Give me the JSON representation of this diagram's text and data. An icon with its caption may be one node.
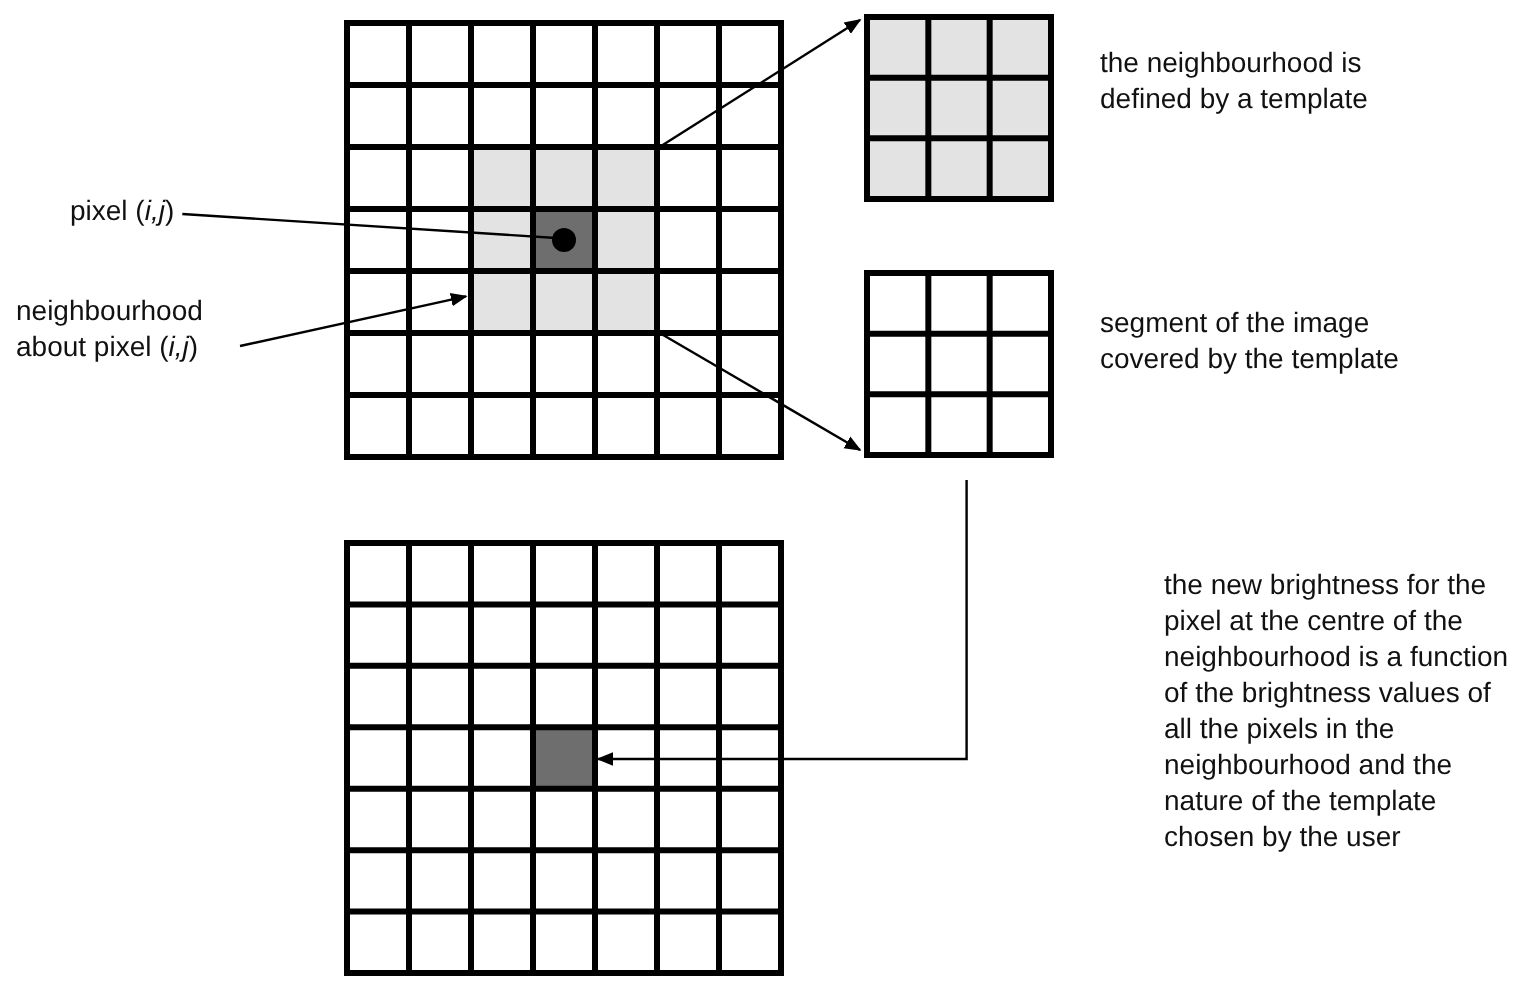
{
  "diagram": {
    "nodes": [
      {
        "text": [
          "pixel (*i,j*)"
        ]
      },
      {
        "text": [
          "neighbourhood about pixel (*i,j*)"
        ]
      },
      {
        "text": [],
        "shape": "grid"
      },
      {
        "text": [],
        "shape": "box",
        "in": 4
      },
      {
        "text": [],
        "shape": "box",
        "in": 2
      },
      {
        "text": [],
        "shape": "grid",
        "beside": [
          "the neighbourhood is defined by a template"
        ]
      },
      {
        "text": [],
        "shape": "grid",
        "beside": [
          "segment of the image covered by the template"
        ]
      },
      {
        "text": [],
        "shape": "grid"
      },
      {
        "text": [],
        "shape": "box",
        "in": 7
      }
    ],
    "edges": [
      {
        "from": 0,
        "to": 3,
        "arrow": "none"
      },
      {
        "from": 1,
        "to": 4,
        "arrow": "to"
      },
      {
        "from": 4,
        "to": 5,
        "arrow": "to"
      },
      {
        "from": 4,
        "to": 6,
        "arrow": "to"
      },
      {
        "from": 6,
        "to": 8,
        "arrow": "to"
      }
    ],
    "labels": [
      "the new brightness for the pixel at the centre of the neighbourhood is a function of the brightness values of all the pixels in the neighbourhood and the nature of the template chosen by the user"
    ]
  }
}
